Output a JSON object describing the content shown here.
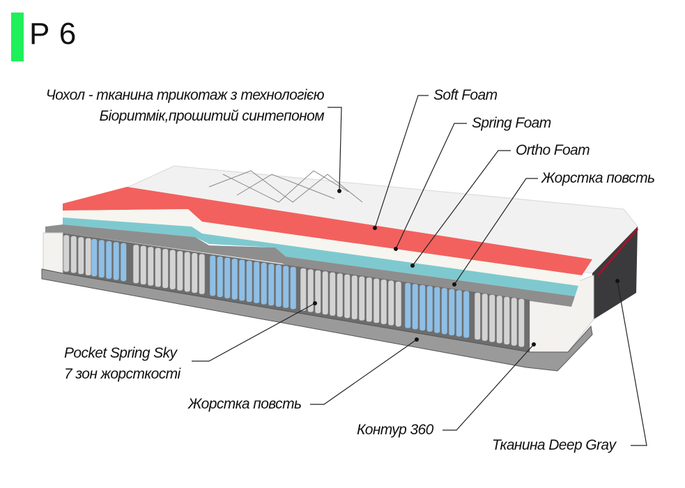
{
  "title": "P 6",
  "colors": {
    "accent": "#1ef05a",
    "soft_foam": "#f2615e",
    "spring_foam": "#f7f5ef",
    "ortho_foam": "#7ec9cf",
    "felt": "#8e8e8e",
    "blue_springs": "#8ebfe6",
    "gray_springs": "#d3d3d3",
    "side_fabric": "#3a3a3c"
  },
  "labels": {
    "cover_line1": "Чохол - тканина трикотаж з технологією",
    "cover_line2": "Біоритмік,прошитий синтепоном",
    "soft_foam": "Soft Foam",
    "spring_foam": "Spring Foam",
    "ortho_foam": "Ortho Foam",
    "felt_top": "Жорстка повсть",
    "pocket_line1": "Pocket Spring Sky",
    "pocket_line2": "7 зон жорсткості",
    "felt_bottom": "Жорстка повсть",
    "contour": "Контур 360",
    "fabric": "Тканина Deep Gray"
  },
  "spring_zones": [
    "gray",
    "blue",
    "gray",
    "blue",
    "gray",
    "blue",
    "gray"
  ]
}
